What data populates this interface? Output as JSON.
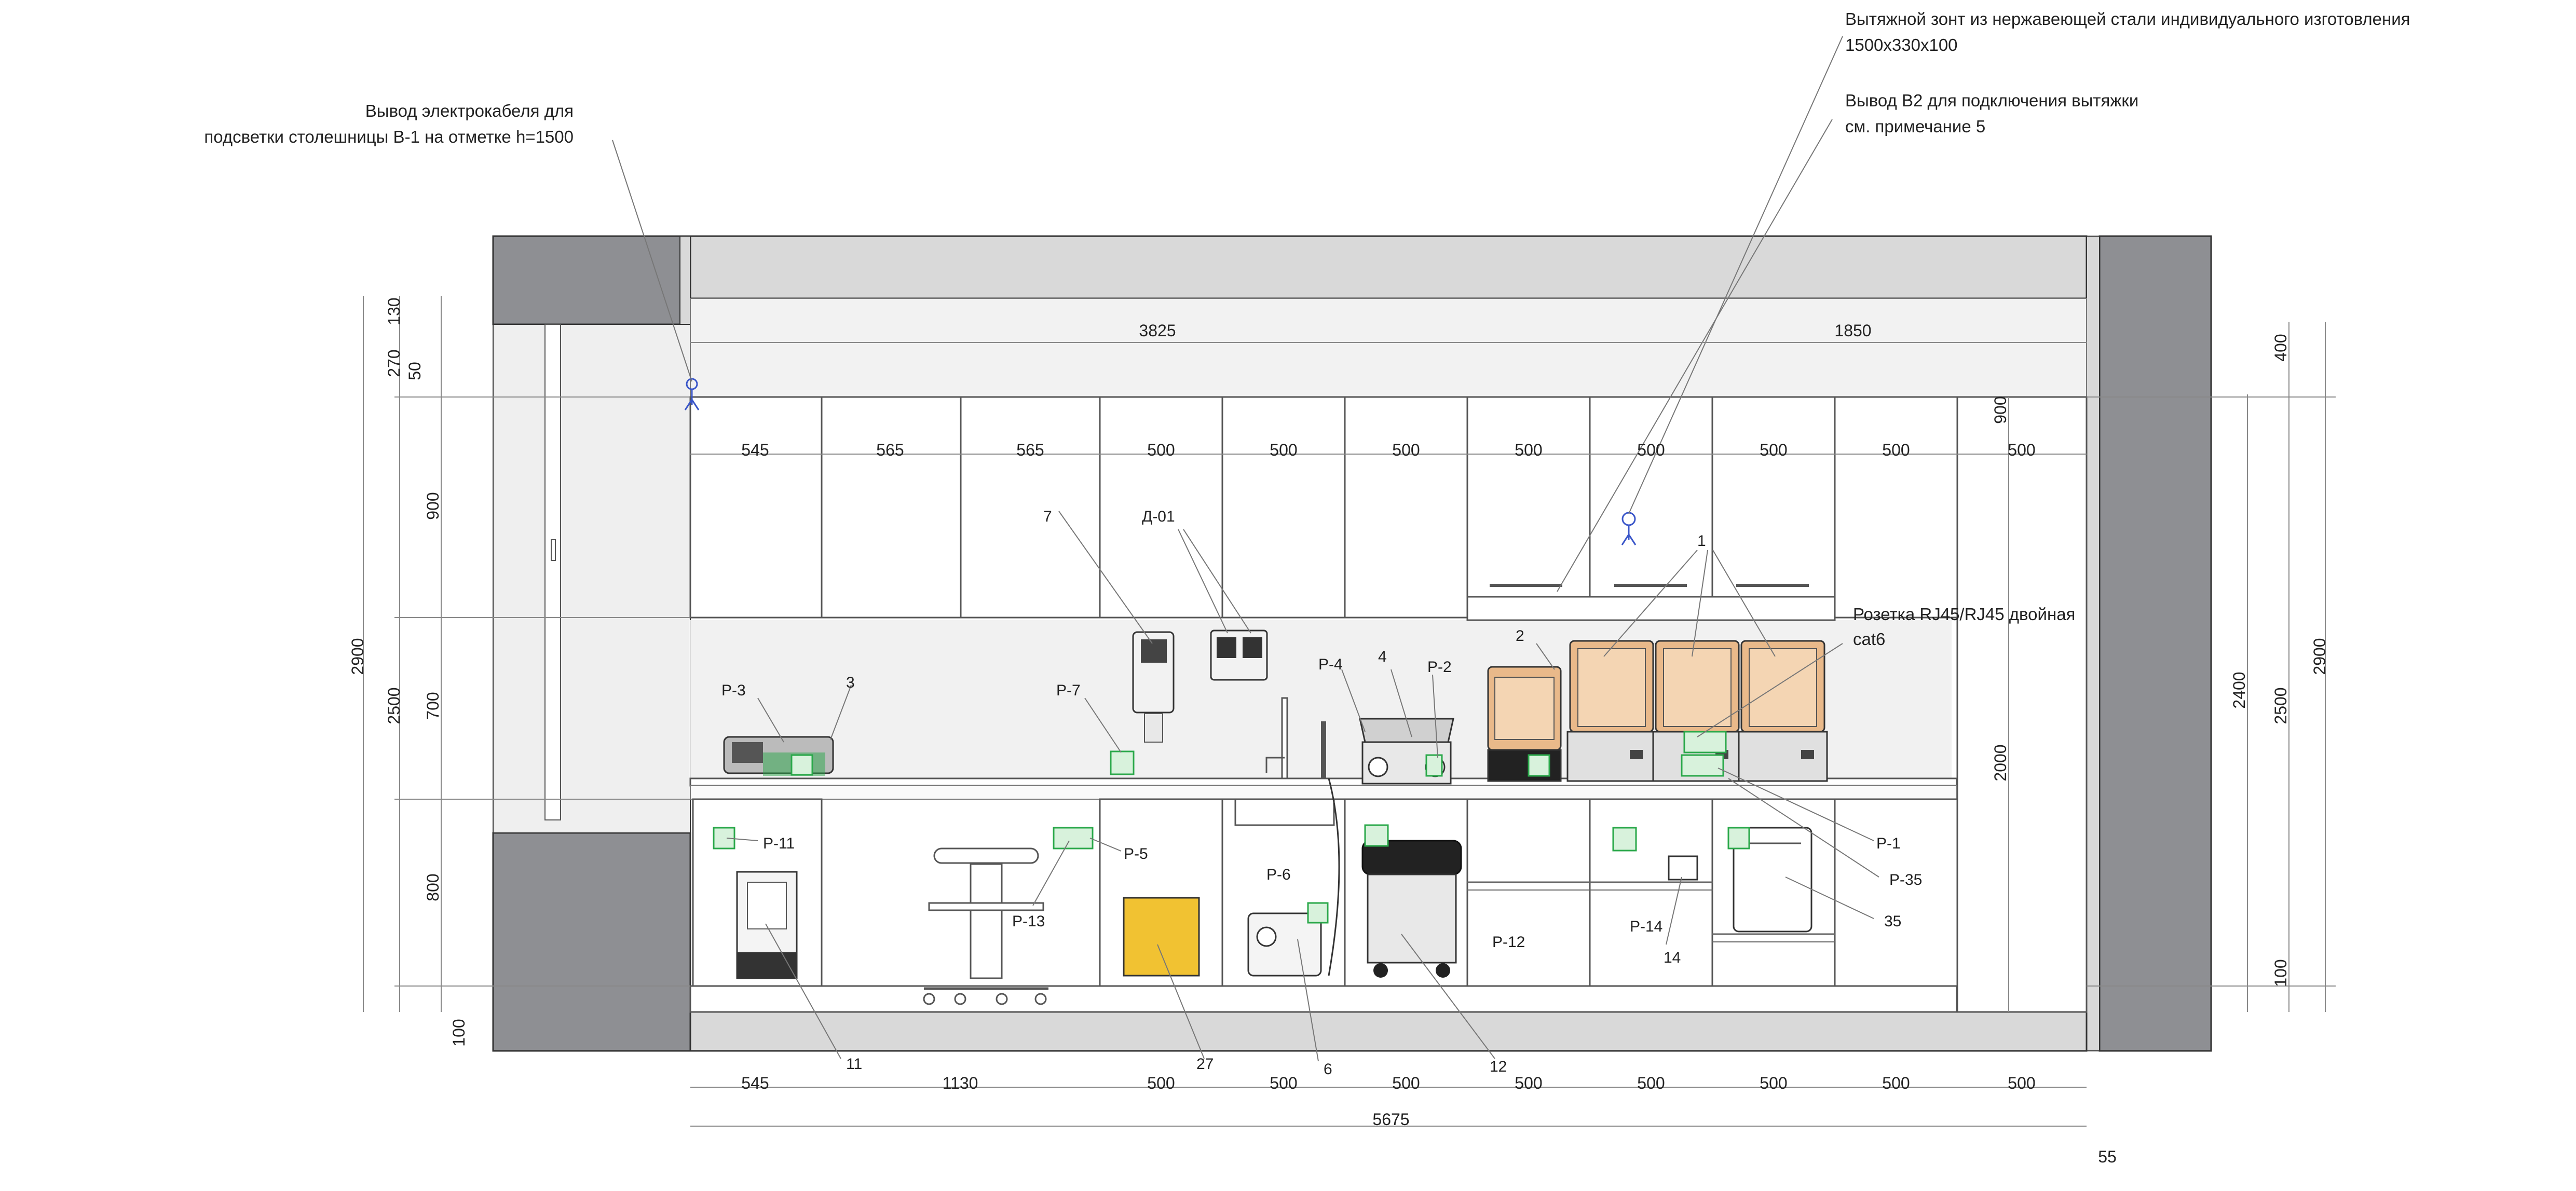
{
  "annotations": {
    "hood_line1": "Вытяжной зонт из нержавеющей стали индивидуального изготовления",
    "hood_line2": "1500х330х100",
    "vent_line1": "Вывод В2 для подключения вытяжки",
    "vent_line2": "см. примечание 5",
    "cable_line1": "Вывод электрокабеля для",
    "cable_line2": "подсветки столешницы В-1 на отметке h=1500",
    "rj45_line1": "Розетка RJ45/RJ45 двойная",
    "rj45_line2": "cat6"
  },
  "dimensions": {
    "top_total": [
      "3825",
      "1850"
    ],
    "upper_widths": [
      "545",
      "565",
      "565",
      "500",
      "500",
      "500",
      "500",
      "500",
      "500",
      "500",
      "500"
    ],
    "bottom_widths": [
      "545",
      "1130",
      "500",
      "500",
      "500",
      "500",
      "500",
      "500",
      "500",
      "500"
    ],
    "bottom_total": "5675",
    "bottom_offset": "55",
    "left_outer": [
      "130",
      "270",
      "50"
    ],
    "left_mid": [
      "900",
      "700",
      "800"
    ],
    "left_total": [
      "2900",
      "2500"
    ],
    "left_bottom": "100",
    "right_inner": [
      "400",
      "2400",
      "2500",
      "2900",
      "100"
    ],
    "tall_cab": [
      "900",
      "2000"
    ]
  },
  "labels": {
    "p3": "Р-3",
    "n3": "3",
    "n7": "7",
    "d01": "Д-01",
    "p7": "Р-7",
    "p4": "Р-4",
    "n4": "4",
    "p2": "Р-2",
    "n2": "2",
    "n1": "1",
    "p1": "Р-1",
    "p35": "Р-35",
    "n35": "35",
    "p11": "Р-11",
    "p13": "Р-13",
    "p5": "Р-5",
    "p6": "Р-6",
    "p12": "Р-12",
    "p14": "Р-14",
    "n14": "14",
    "n11": "11",
    "n27": "27",
    "n6": "6",
    "n12": "12"
  },
  "colors": {
    "wall": "#8e8f93",
    "ceiling": "#d9d9d9",
    "socket": "#2aa84a",
    "bin": "#f1c232",
    "printer_body": "#e9b98a",
    "point_marker": "#3a56c9"
  }
}
